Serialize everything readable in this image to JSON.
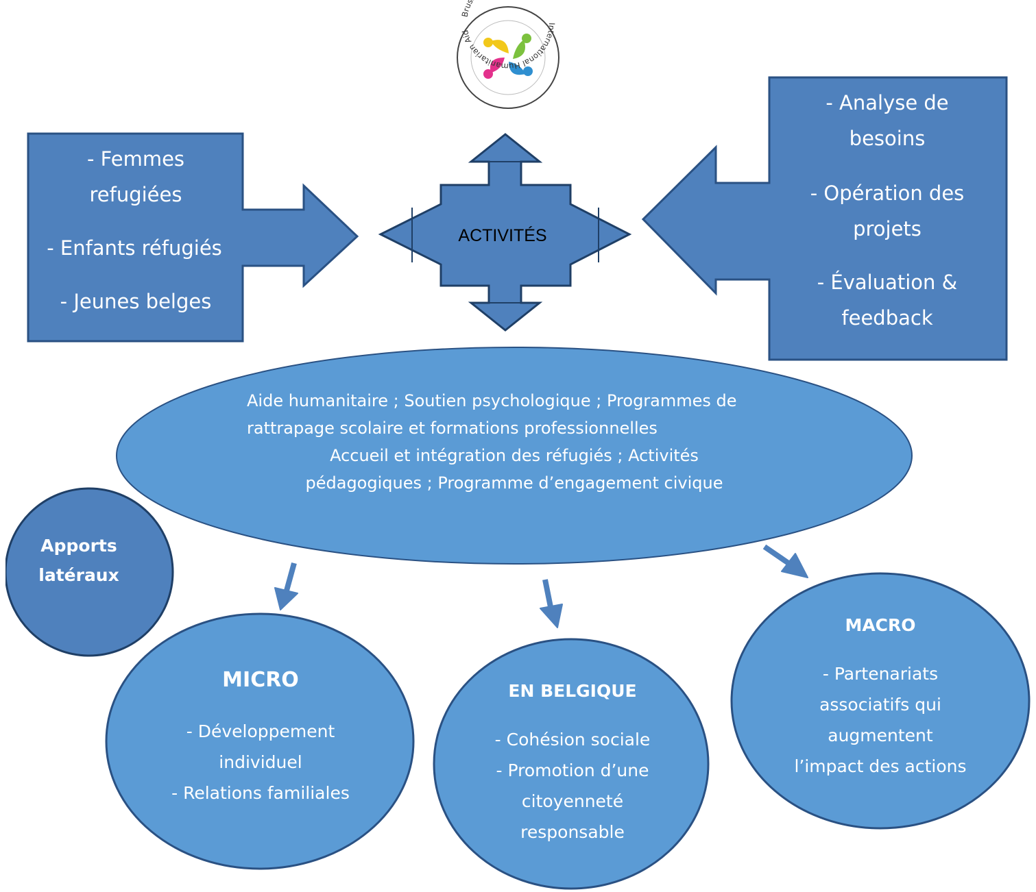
{
  "logo": {
    "ring_text_top": "Brussels * SB OverSeas * ",
    "ring_text_bottom": "International Humanitarian Aid",
    "figure_colors": [
      "#f2c81a",
      "#7cc13e",
      "#e3318c",
      "#2f8fd0"
    ]
  },
  "left_box": {
    "lines": [
      "- Femmes",
      "refugiées",
      "- Enfants réfugiés",
      "- Jeunes belges"
    ]
  },
  "center": {
    "label": "ACTIVITÉS"
  },
  "right_box": {
    "lines": [
      "- Analyse de",
      "besoins",
      "- Opération des",
      "projets",
      "- Évaluation &",
      "feedback"
    ]
  },
  "ellipse": {
    "lines": [
      "Aide humanitaire ; Soutien psychologique ; Programmes de",
      "rattrapage scolaire et formations professionnelles",
      "Accueil et intégration des réfugiés ; Activités",
      "pédagogiques ; Programme d’engagement civique"
    ]
  },
  "apports": {
    "lines": [
      "Apports",
      "latéraux"
    ]
  },
  "micro": {
    "title": "MICRO",
    "lines": [
      "- Développement",
      "individuel",
      "- Relations familiales"
    ]
  },
  "belgique": {
    "title": "EN BELGIQUE",
    "lines": [
      "- Cohésion sociale",
      "- Promotion d’une",
      "citoyenneté",
      "responsable"
    ]
  },
  "macro": {
    "title": "MACRO",
    "lines": [
      "- Partenariats",
      "associatifs qui",
      "augmentent",
      "l’impact des actions"
    ]
  },
  "colors": {
    "dark_fill": "#4f81bd",
    "light_fill": "#5b9bd5",
    "stroke": "#2a5183",
    "text": "#ffffff"
  }
}
